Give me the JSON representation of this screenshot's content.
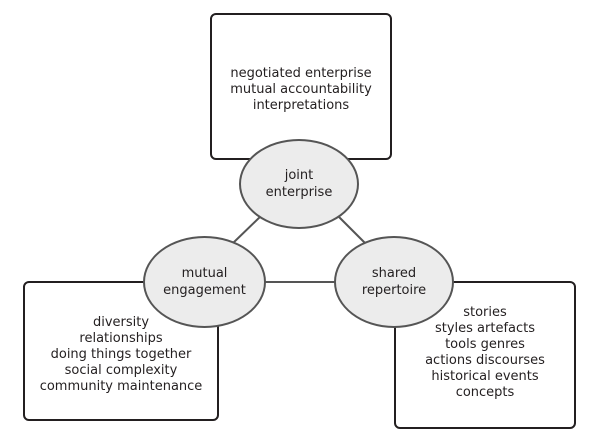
{
  "boxes": {
    "top": {
      "lines": [
        "negotiated enterprise",
        "mutual accountability",
        "interpretations"
      ]
    },
    "left": {
      "lines": [
        "diversity",
        "relationships",
        "doing things together",
        "social complexity",
        "community maintenance"
      ]
    },
    "right": {
      "lines": [
        "stories",
        "styles artefacts",
        "tools genres",
        "actions discourses",
        "historical events",
        "concepts"
      ]
    }
  },
  "nodes": {
    "joint": {
      "line1": "joint",
      "line2": "enterprise"
    },
    "mutual": {
      "line1": "mutual",
      "line2": "engagement"
    },
    "shared": {
      "line1": "shared",
      "line2": "repertoire"
    }
  },
  "colors": {
    "box_border": "#231f20",
    "ellipse_fill": "#ececec",
    "ellipse_border": "#555555",
    "connector": "#555555",
    "text": "#231f20"
  }
}
